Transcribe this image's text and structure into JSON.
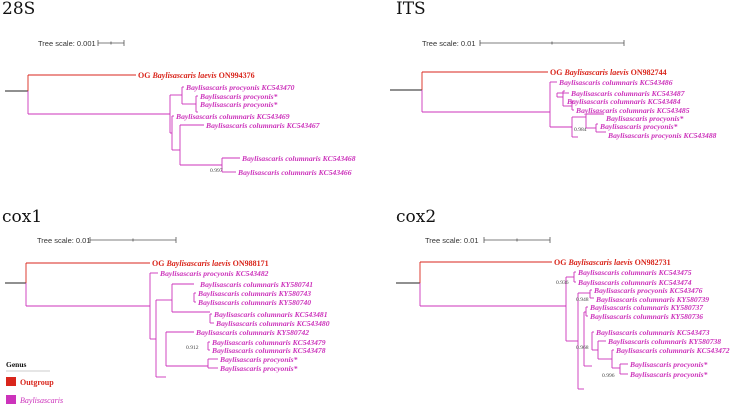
{
  "colors": {
    "outgroup": "#d9261c",
    "ingroup": "#cc33bb",
    "root": "#222222"
  },
  "panels": [
    {
      "title": "28S",
      "scale": "Tree scale: 0.001",
      "leaves": [
        {
          "og": "OG",
          "sp": "Baylisascaris laevis",
          "acc": "ON994376"
        },
        {
          "sp": "Baylisascaris procyonis",
          "acc": "KC543470"
        },
        {
          "sp": "Baylisascaris procyonis*",
          "acc": ""
        },
        {
          "sp": "Baylisascaris procyonis*",
          "acc": ""
        },
        {
          "sp": "Baylisascaris columnaris",
          "acc": "KC543469"
        },
        {
          "sp": "Baylisascaris columnaris",
          "acc": "KC543467"
        },
        {
          "sp": "Baylisascaris columnaris",
          "acc": "KC543468"
        },
        {
          "sp": "Baylisascaris columnaris",
          "acc": "KC543466"
        }
      ],
      "bootstraps": [
        "0.997"
      ]
    },
    {
      "title": "ITS",
      "scale": "Tree scale: 0.01",
      "leaves": [
        {
          "og": "OG",
          "sp": "Baylisascaris laevis",
          "acc": "ON982744"
        },
        {
          "sp": "Baylisascaris columnaris",
          "acc": "KC543486"
        },
        {
          "sp": "Baylisascaris columnaris",
          "acc": "KC543487"
        },
        {
          "sp": "Baylisascaris columnaris",
          "acc": "KC543484"
        },
        {
          "sp": "Baylisascaris columnaris",
          "acc": "KC543485"
        },
        {
          "sp": "Baylisascaris procyonis*",
          "acc": ""
        },
        {
          "sp": "Baylisascaris procyonis*",
          "acc": ""
        },
        {
          "sp": "Baylisascaris procyonis",
          "acc": "KC543488"
        }
      ],
      "bootstraps": [
        "0.984"
      ]
    },
    {
      "title": "cox1",
      "scale": "Tree scale: 0.01",
      "leaves": [
        {
          "og": "OG",
          "sp": "Baylisascaris laevis",
          "acc": "ON988171"
        },
        {
          "sp": "Baylisascaris procyonis",
          "acc": "KC543482"
        },
        {
          "sp": "Baylisascaris columnaris",
          "acc": "KY580741"
        },
        {
          "sp": "Baylisascaris columnaris",
          "acc": "KY580743"
        },
        {
          "sp": "Baylisascaris columnaris",
          "acc": "KY580740"
        },
        {
          "sp": "Baylisascaris columnaris",
          "acc": "KC543481"
        },
        {
          "sp": "Baylisascaris columnaris",
          "acc": "KC543480"
        },
        {
          "sp": "Baylisascaris columnaris",
          "acc": "KY580742"
        },
        {
          "sp": "Baylisascaris columnaris",
          "acc": "KC543479"
        },
        {
          "sp": "Baylisascaris columnaris",
          "acc": "KC543478"
        },
        {
          "sp": "Baylisascaris procyonis*",
          "acc": ""
        },
        {
          "sp": "Baylisascaris procyonis*",
          "acc": ""
        }
      ],
      "bootstraps": [
        "0.912"
      ]
    },
    {
      "title": "cox2",
      "scale": "Tree scale: 0.01",
      "leaves": [
        {
          "og": "OG",
          "sp": "Baylisascaris laevis",
          "acc": "ON982731"
        },
        {
          "sp": "Baylisascaris columnaris",
          "acc": "KC543475"
        },
        {
          "sp": "Baylisascaris columnaris",
          "acc": "KC543474"
        },
        {
          "sp": "Baylisascaris procyonis",
          "acc": "KC543476"
        },
        {
          "sp": "Baylisascaris columnaris",
          "acc": "KY580739"
        },
        {
          "sp": "Baylisascaris columnaris",
          "acc": "KY580737"
        },
        {
          "sp": "Baylisascaris columnaris",
          "acc": "KY580736"
        },
        {
          "sp": "Baylisascaris columnaris",
          "acc": "KC543473"
        },
        {
          "sp": "Baylisascaris columnaris",
          "acc": "KY580738"
        },
        {
          "sp": "Baylisascaris columnaris",
          "acc": "KC543472"
        },
        {
          "sp": "Baylisascaris procyonis*",
          "acc": ""
        },
        {
          "sp": "Baylisascaris procyonis*",
          "acc": ""
        }
      ],
      "bootstraps": [
        "0.936",
        "0.948",
        "0.968",
        "0.996"
      ]
    }
  ],
  "legend": {
    "title": "Genus",
    "items": [
      {
        "label": "Outgroup",
        "color": "#d9261c"
      },
      {
        "label": "Baylisascaris",
        "color": "#cc33bb"
      }
    ]
  }
}
